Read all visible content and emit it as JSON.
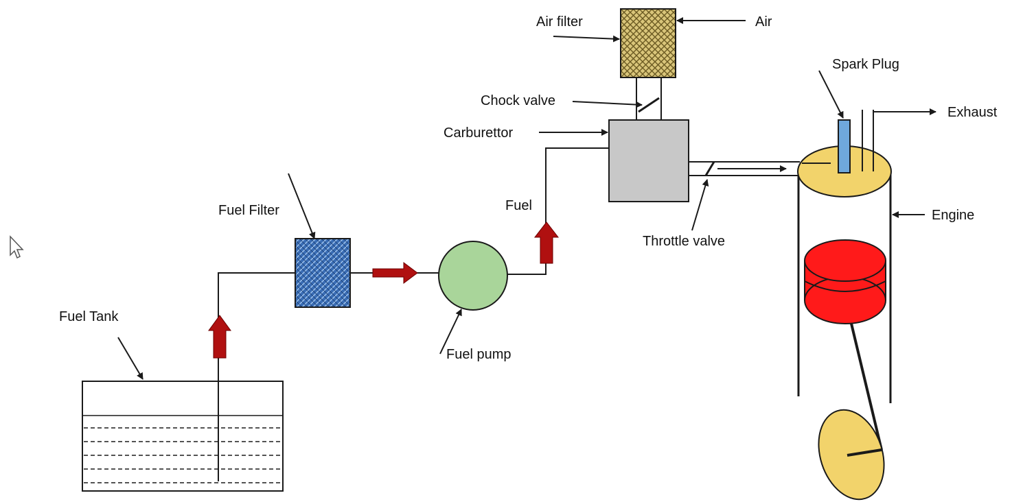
{
  "labels": {
    "air_filter": "Air filter",
    "air": "Air",
    "spark_plug": "Spark Plug",
    "chock_valve": "Chock valve",
    "exhaust": "Exhaust",
    "carburettor": "Carburettor",
    "fuel": "Fuel",
    "fuel_filter": "Fuel Filter",
    "engine": "Engine",
    "throttle_valve": "Throttle valve",
    "fuel_tank": "Fuel Tank",
    "fuel_pump": "Fuel pump"
  },
  "colors": {
    "line": "#1a1a1a",
    "fuel_filter": "#3a6db5",
    "fuel_pump": "#a9d59a",
    "carburettor": "#c8c8c8",
    "air_filter": "#d9c57a",
    "cylinder_head": "#f2d36b",
    "spark_plug": "#6fa8dc",
    "piston": "#ff1a1a",
    "crank": "#f2d36b",
    "flow_arrow": "#b01010"
  }
}
